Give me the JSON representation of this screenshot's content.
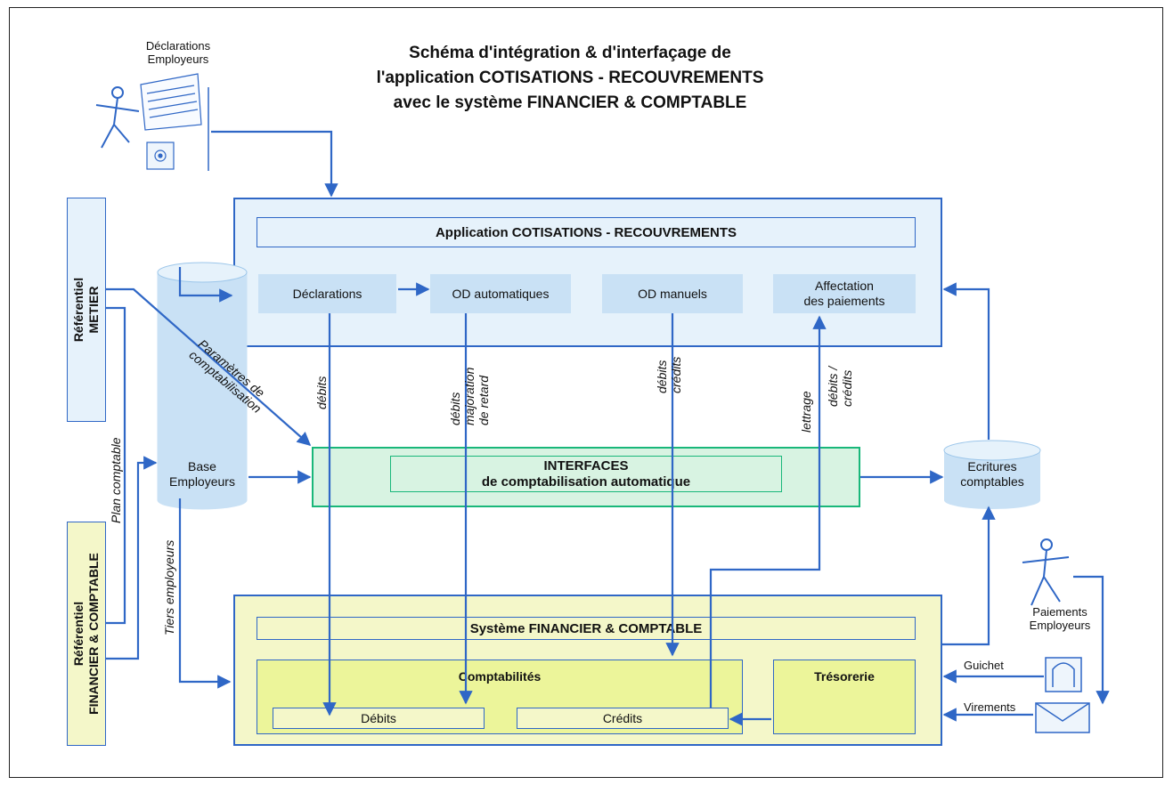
{
  "title": {
    "line1": "Schéma d'intégration & d'interfaçage de",
    "line2": "l'application COTISATIONS - RECOUVREMENTS",
    "line3": "avec le système FINANCIER & COMPTABLE"
  },
  "actors": {
    "declarations": [
      "Déclarations",
      "Employeurs"
    ],
    "paiements": [
      "Paiements",
      "Employeurs"
    ]
  },
  "application": {
    "title": "Application  COTISATIONS  -  RECOUVREMENTS",
    "modules": {
      "declarations": "Déclarations",
      "od_auto": "OD automatiques",
      "od_manuels": "OD manuels",
      "affectation": [
        "Affectation",
        "des paiements"
      ]
    }
  },
  "interfaces": {
    "line1": "INTERFACES",
    "line2": "de comptabilisation automatique"
  },
  "systeme": {
    "title": "Système  FINANCIER  &  COMPTABLE",
    "comptabilites": "Comptabilités",
    "debits": "Débits",
    "credits": "Crédits",
    "tresorerie": "Trésorerie"
  },
  "referentiels": {
    "metier": [
      "Référentiel",
      "METIER"
    ],
    "financier": [
      "Référentiel",
      "FINANCIER & COMPTABLE"
    ]
  },
  "stores": {
    "base_employeurs": [
      "Base",
      "Employeurs"
    ],
    "ecritures": [
      "Ecritures",
      "comptables"
    ]
  },
  "flows": {
    "parametres": [
      "Paramètres de",
      "comptabilisation"
    ],
    "plan_comptable": "Plan comptable",
    "tiers_employeurs": "Tiers employeurs",
    "debits": "débits",
    "debits_majoration": [
      "débits",
      "majoration",
      "de retard"
    ],
    "debits_credits": [
      "débits",
      "crédits"
    ],
    "lettrage": [
      "lettrage",
      "débits /",
      "crédits"
    ],
    "guichet": "Guichet",
    "virements": "Virements"
  },
  "colors": {
    "arrow": "#2f67c6",
    "app_fill": "#e6f2fb",
    "module_fill": "#c9e1f5",
    "interface_border": "#19b77a",
    "interface_fill": "#d8f3e2",
    "system_fill": "#f4f7c9",
    "compta_fill": "#ecf59a"
  }
}
